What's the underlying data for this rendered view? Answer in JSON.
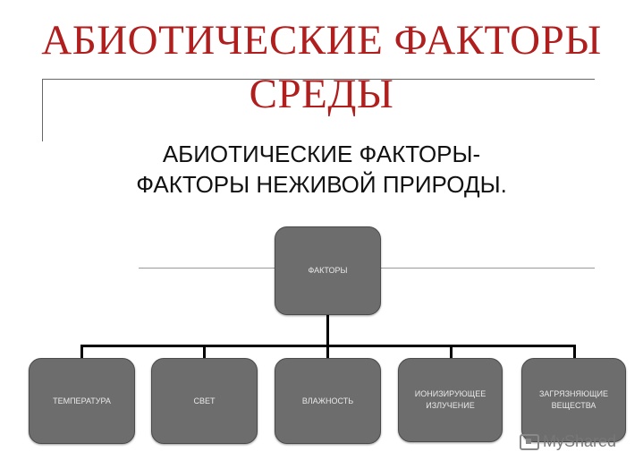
{
  "slide": {
    "title_line1": "АБИОТИЧЕСКИЕ ФАКТОРЫ",
    "title_line2": "СРЕДЫ",
    "subtitle_line1": "АБИОТИЧЕСКИЕ ФАКТОРЫ-",
    "subtitle_line2": "ФАКТОРЫ НЕЖИВОЙ ПРИРОДЫ."
  },
  "diagram": {
    "root": "ФАКТОРЫ",
    "children": [
      "ТЕМПЕРАТУРА",
      "СВЕТ",
      "ВЛАЖНОСТЬ",
      "ИОНИЗИРУЮЩЕЕ ИЗЛУЧЕНИЕ",
      "ЗАГРЯЗНЯЮЩИЕ ВЕЩЕСТВА"
    ]
  },
  "watermark": {
    "text": "MyShared"
  },
  "colors": {
    "title": "#b01e1e",
    "box_fill": "#6d6d6d",
    "box_text": "#e8e8e8",
    "connector": "#000000"
  }
}
